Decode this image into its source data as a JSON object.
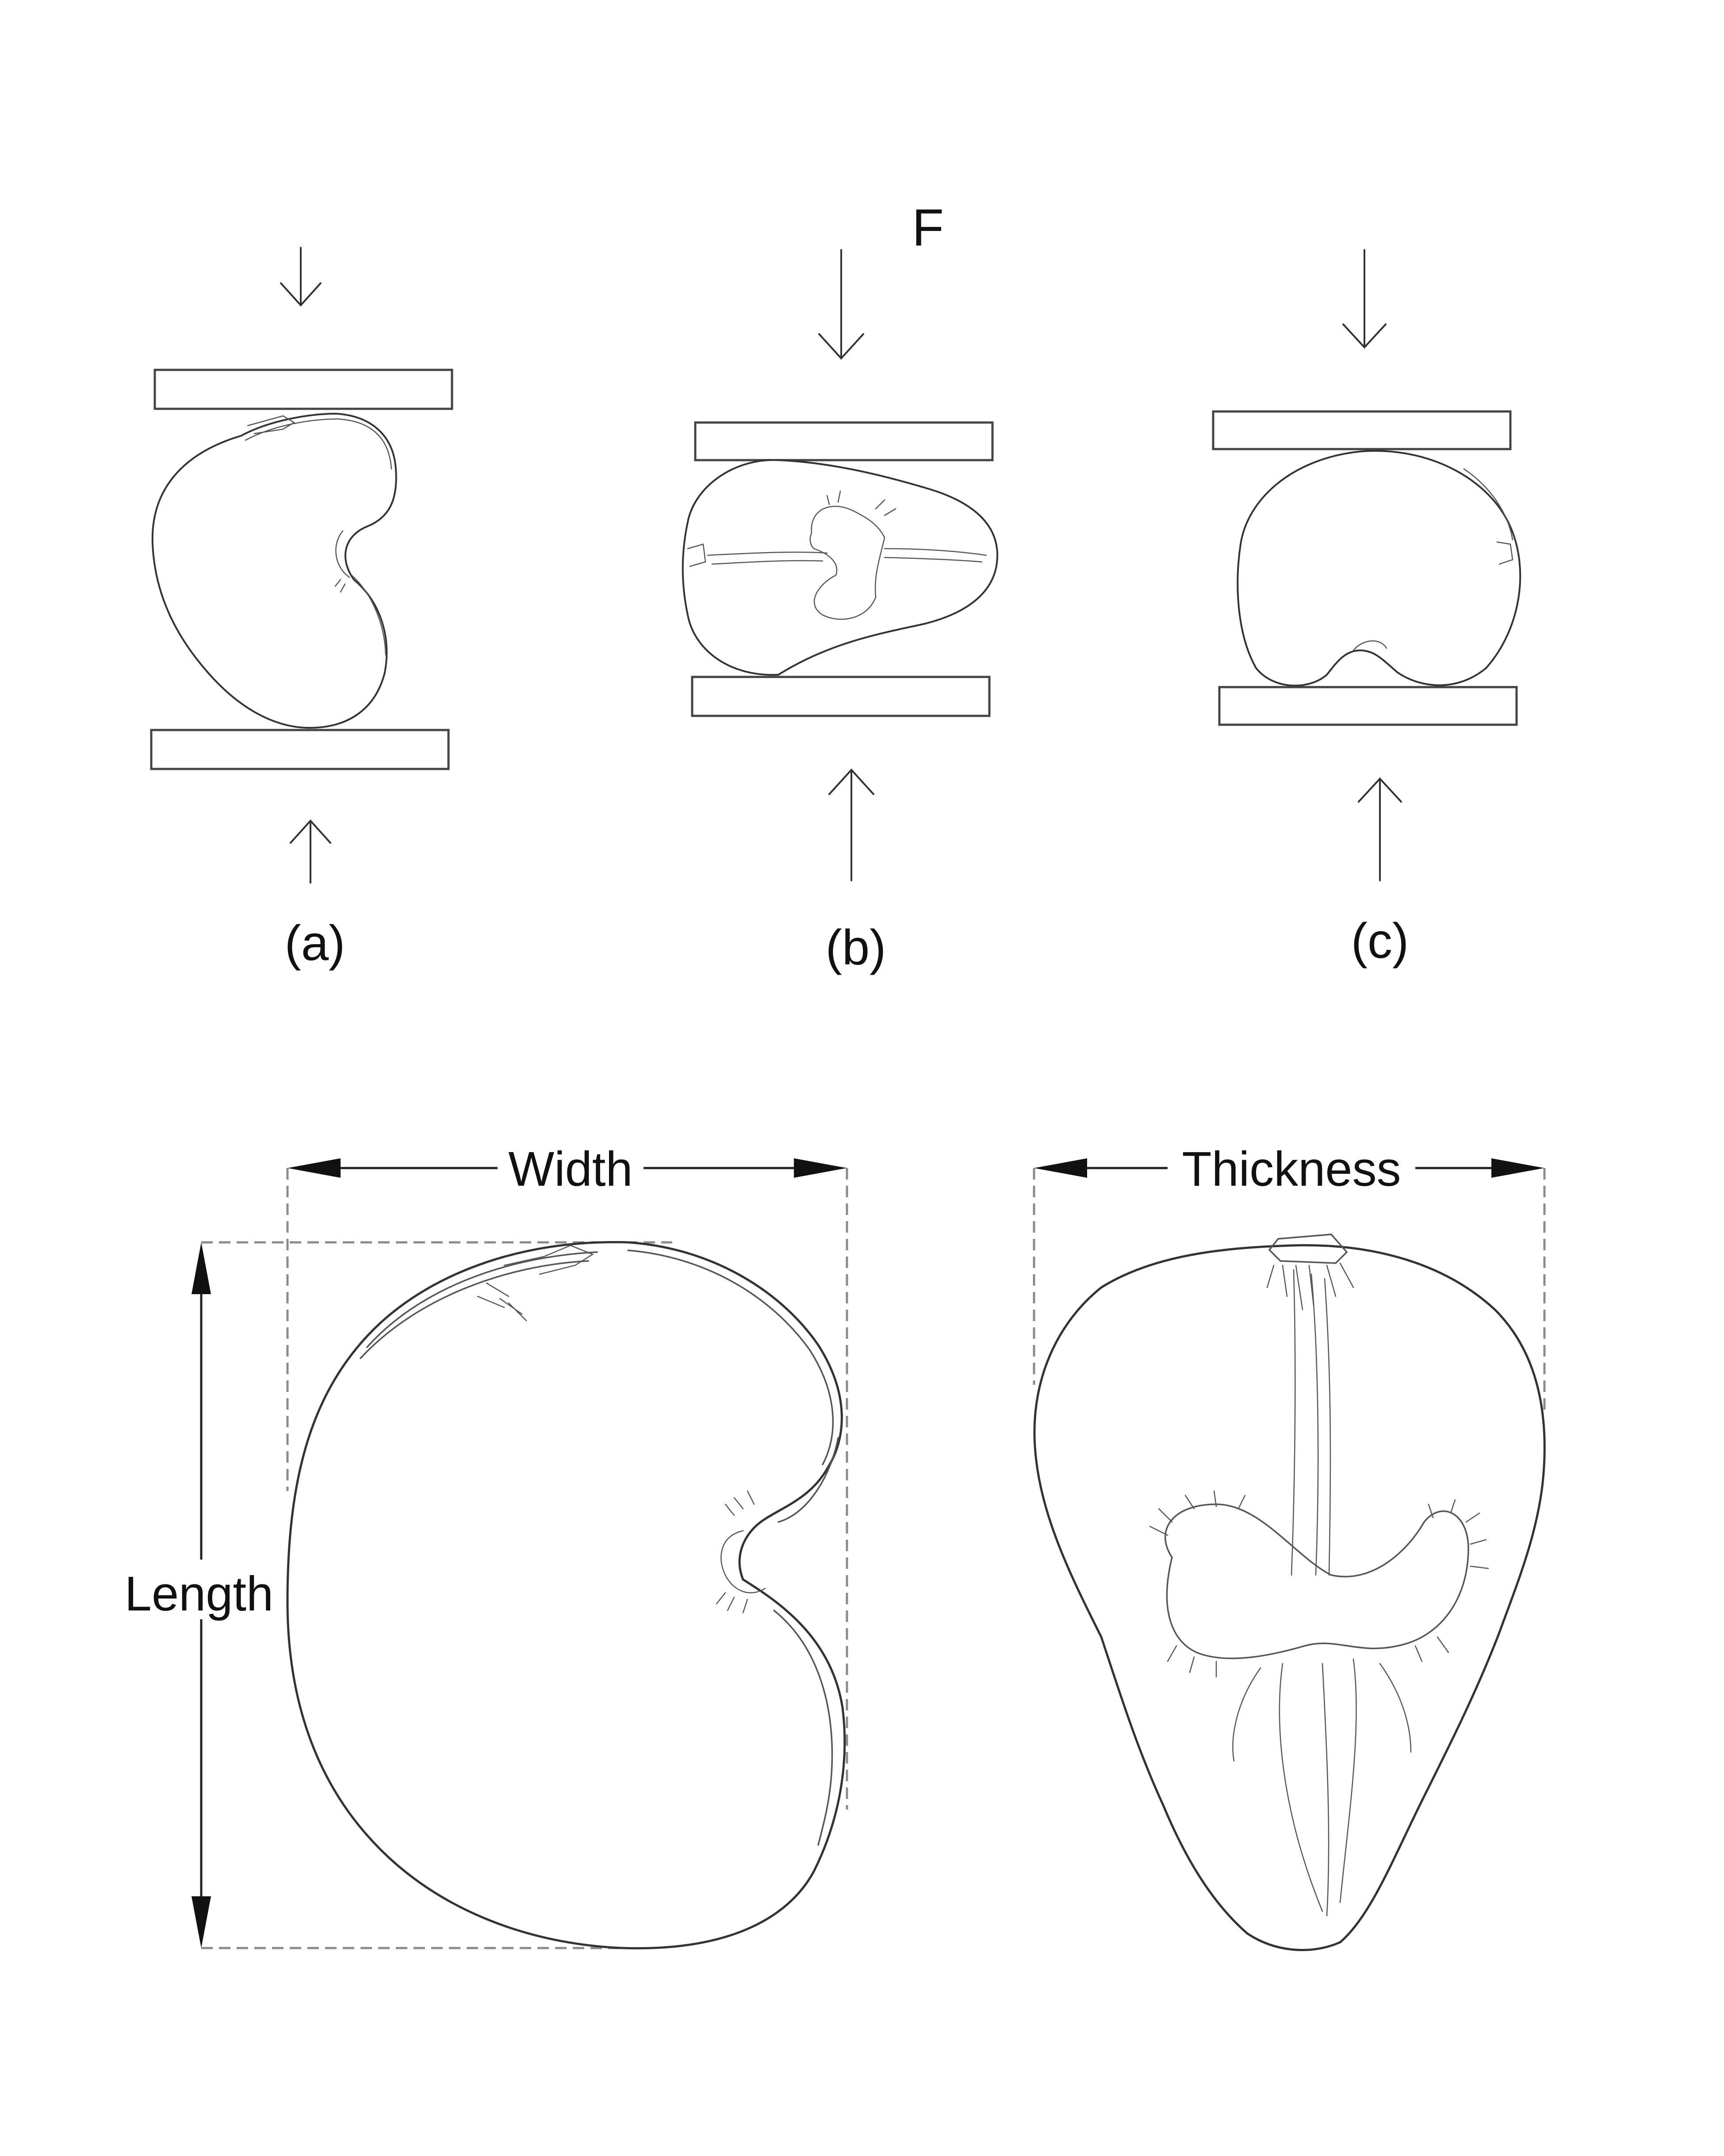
{
  "force_label": "F",
  "panels": [
    {
      "label": "(a)"
    },
    {
      "label": "(b)"
    },
    {
      "label": "(c)"
    }
  ],
  "dimensions": {
    "width_label": "Width",
    "length_label": "Length",
    "thickness_label": "Thickness"
  }
}
